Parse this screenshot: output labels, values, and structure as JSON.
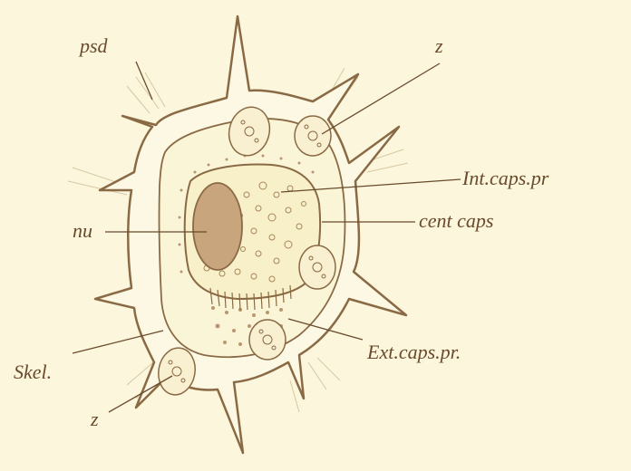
{
  "labels": {
    "psd": "psd",
    "z_top": "z",
    "int_caps_pr": "Int.caps.pr",
    "cent_caps": "cent caps",
    "nu": "nu",
    "ext_caps_pr": "Ext.caps.pr.",
    "skel": "Skel.",
    "z_bottom": "z"
  },
  "colors": {
    "paper": "#fbf6dc",
    "ink": "#8a6a44",
    "skeleton_fill": "#fcf8e4",
    "capsule_fill": "#f8f0c8",
    "nucleus": "#c9a57e"
  }
}
